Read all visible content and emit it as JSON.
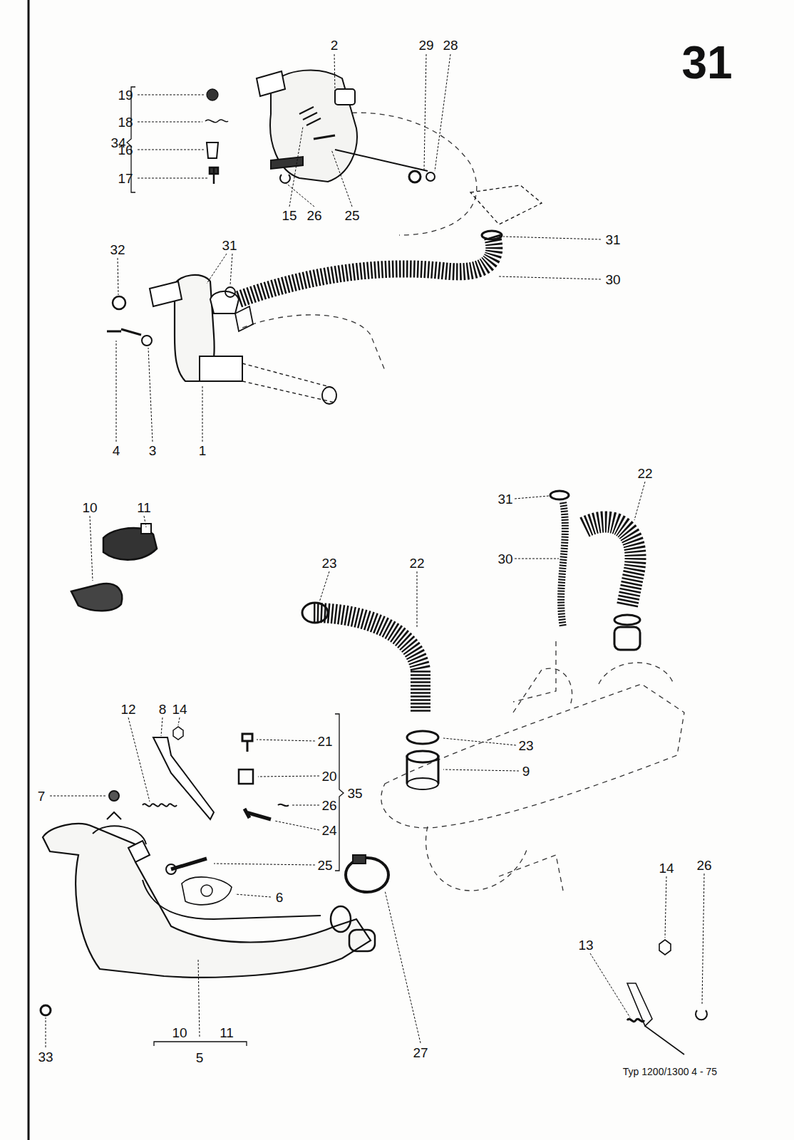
{
  "diagram": {
    "title": "31",
    "caption": "Typ 1200/1300  4 - 75",
    "labels": [
      "2",
      "29",
      "28",
      "19",
      "18",
      "16",
      "17",
      "34",
      "15",
      "26",
      "25",
      "31",
      "30",
      "32",
      "31",
      "4",
      "3",
      "1",
      "10",
      "11",
      "22",
      "31",
      "30",
      "23",
      "22",
      "23",
      "9",
      "12",
      "8",
      "14",
      "21",
      "20",
      "26",
      "35",
      "24",
      "25",
      "6",
      "7",
      "33",
      "10",
      "11",
      "5",
      "27",
      "13",
      "14",
      "26"
    ]
  }
}
